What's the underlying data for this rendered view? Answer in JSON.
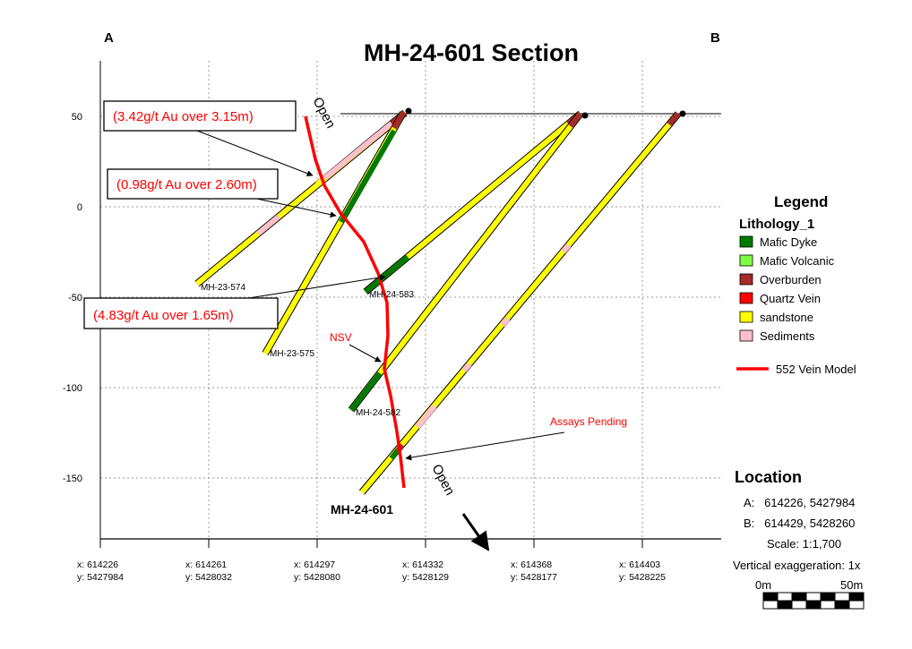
{
  "title": "MH-24-601 Section",
  "corner_labels": {
    "left": "A",
    "right": "B"
  },
  "y_axis_ticks": [
    "50",
    "0",
    "-50",
    "-100",
    "-150"
  ],
  "x_axis_ticks": [
    {
      "x": "x: 614226",
      "y": "y: 5427984"
    },
    {
      "x": "x: 614261",
      "y": "y: 5428032"
    },
    {
      "x": "x: 614297",
      "y": "y: 5428080"
    },
    {
      "x": "x: 614332",
      "y": "y: 5428129"
    },
    {
      "x": "x: 614368",
      "y": "y: 5428177"
    },
    {
      "x": "x: 614403",
      "y": "y: 5428225"
    }
  ],
  "drillholes": [
    "MH-23-574",
    "MH-24-583",
    "MH-23-575",
    "MH-24-582",
    "MH-24-601"
  ],
  "callouts": [
    "(3.42g/t Au over 3.15m)",
    "(0.98g/t Au over 2.60m)",
    "(4.83g/t Au over 1.65m)",
    "NSV",
    "Assays Pending"
  ],
  "open_labels": [
    "Open",
    "Open"
  ],
  "legend": {
    "title": "Legend",
    "subtitle": "Lithology_1",
    "items": [
      {
        "label": "Mafic Dyke",
        "color": "#007a00"
      },
      {
        "label": "Mafic Volcanic",
        "color": "#7fff3f"
      },
      {
        "label": "Overburden",
        "color": "#a52a2a"
      },
      {
        "label": "Quartz Vein",
        "color": "#ff0000"
      },
      {
        "label": "sandstone",
        "color": "#ffff00"
      },
      {
        "label": "Sediments",
        "color": "#ffc0cb"
      }
    ],
    "vein_model": {
      "label": "552 Vein Model",
      "color": "#ff0000"
    }
  },
  "location": {
    "title": "Location",
    "a": "A:   614226, 5427984",
    "b": "B:   614429, 5428260",
    "scale": "Scale: 1:1,700",
    "vertical_exaggeration": "Vertical exaggeration: 1x",
    "scalebar_start": "0m",
    "scalebar_end": "50m"
  }
}
